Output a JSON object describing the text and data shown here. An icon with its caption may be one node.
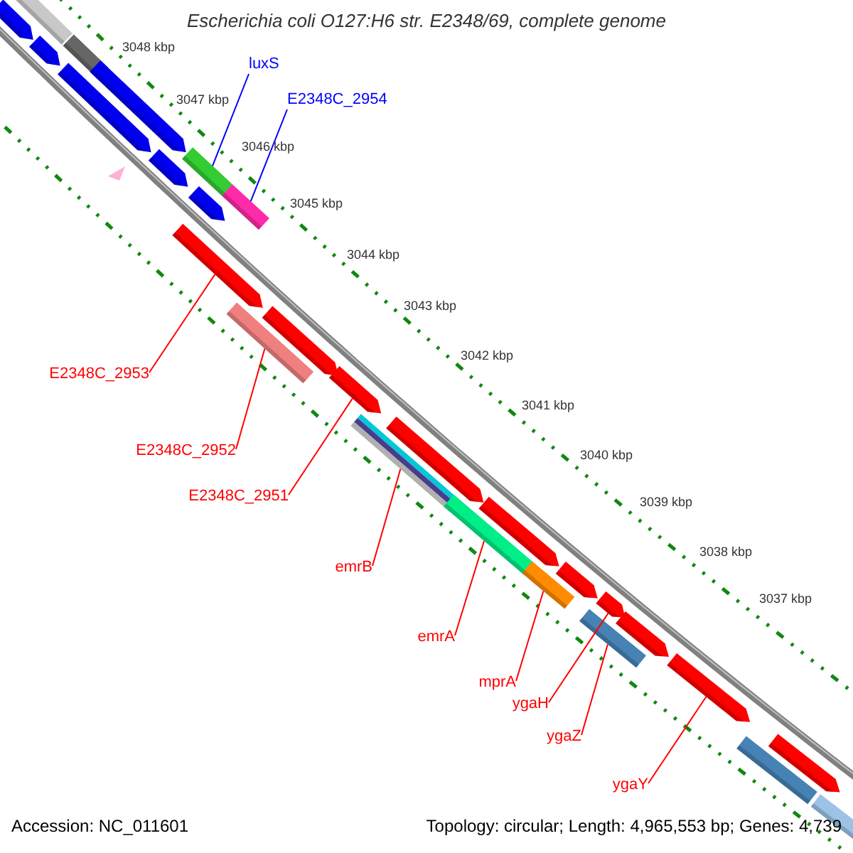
{
  "diagram": {
    "title": "Escherichia coli O127:H6 str. E2348/69, complete genome",
    "nodes": [
      {
        "text": [
          "luxS"
        ]
      },
      {
        "text": [],
        "shape": "bar"
      },
      {
        "text": [
          "E2348C_2954"
        ]
      },
      {
        "text": [],
        "shape": "bar"
      },
      {
        "text": [
          "E2348C_2953"
        ]
      },
      {
        "text": [],
        "shape": "bar"
      },
      {
        "text": [
          "E2348C_2952"
        ]
      },
      {
        "text": [],
        "shape": "bar"
      },
      {
        "text": [
          "E2348C_2951"
        ]
      },
      {
        "text": [],
        "shape": "bar"
      },
      {
        "text": [
          "emrB"
        ]
      },
      {
        "text": [],
        "shape": "bar"
      },
      {
        "text": [
          "emrA"
        ]
      },
      {
        "text": [],
        "shape": "bar"
      },
      {
        "text": [
          "mprA"
        ]
      },
      {
        "text": [],
        "shape": "bar"
      },
      {
        "text": [
          "ygaH"
        ]
      },
      {
        "text": [],
        "shape": "bar"
      },
      {
        "text": [
          "ygaZ"
        ]
      },
      {
        "text": [],
        "shape": "bar"
      },
      {
        "text": [
          "ygaY"
        ]
      },
      {
        "text": [],
        "shape": "bar"
      }
    ],
    "edges": [
      {
        "from": 0,
        "to": 1,
        "arrow": "none",
        "color": "#0000ff"
      },
      {
        "from": 2,
        "to": 3,
        "arrow": "none",
        "color": "#0000ff"
      },
      {
        "from": 4,
        "to": 5,
        "arrow": "none"
      },
      {
        "from": 6,
        "to": 7,
        "arrow": "none"
      },
      {
        "from": 8,
        "to": 9,
        "arrow": "none"
      },
      {
        "from": 10,
        "to": 11,
        "arrow": "none"
      },
      {
        "from": 12,
        "to": 13,
        "arrow": "none"
      },
      {
        "from": 14,
        "to": 15,
        "arrow": "none"
      },
      {
        "from": 16,
        "to": 17,
        "arrow": "none"
      },
      {
        "from": 18,
        "to": 19,
        "arrow": "none"
      },
      {
        "from": 20,
        "to": 21,
        "arrow": "none"
      }
    ],
    "labels": [
      "3048 kbp",
      "3047 kbp",
      "3046 kbp",
      "3045 kbp",
      "3044 kbp",
      "3043 kbp",
      "3042 kbp",
      "3041 kbp",
      "3040 kbp",
      "3039 kbp",
      "3038 kbp",
      "3037 kbp",
      "Accession: NC_011601",
      "Topology: circular; Length: 4,965,553 bp; Genes: 4,739"
    ]
  }
}
